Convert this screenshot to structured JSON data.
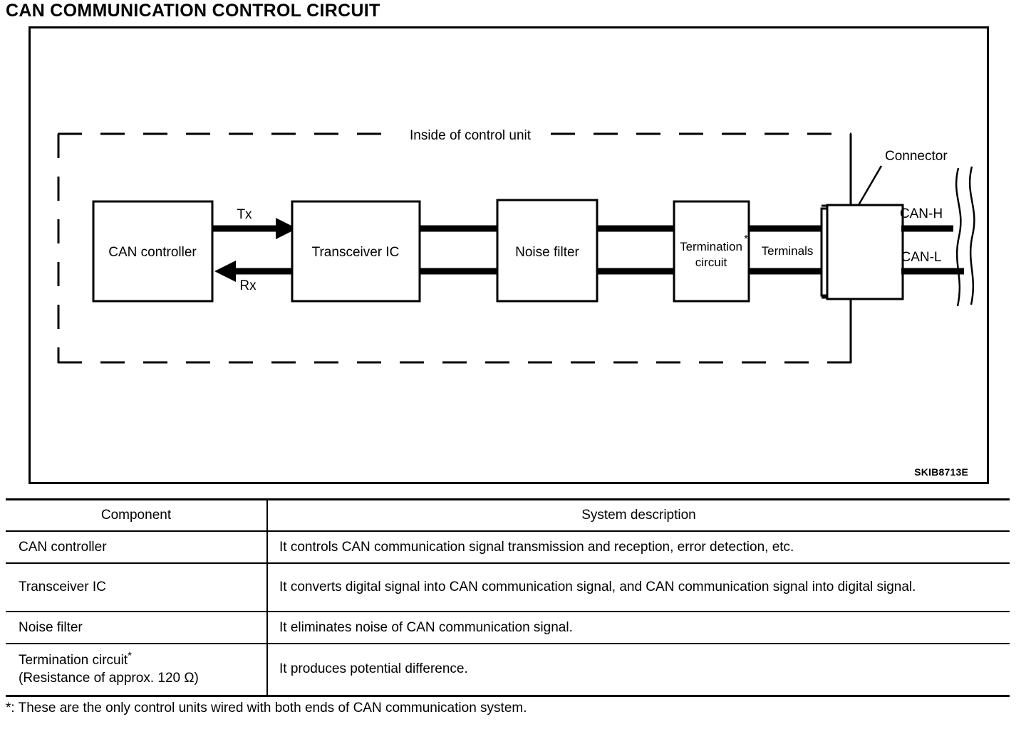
{
  "page": {
    "title": "CAN COMMUNICATION CONTROL CIRCUIT",
    "figure_code": "SKIB8713E",
    "footnote": "*: These are the only control units wired with both ends of CAN communication system."
  },
  "diagram": {
    "boundary_label": "Inside of control unit",
    "connector_label": "Connector",
    "terminals_label": "Terminals",
    "blocks": [
      {
        "id": "can-controller",
        "label": "CAN controller"
      },
      {
        "id": "transceiver-ic",
        "label": "Transceiver IC"
      },
      {
        "id": "noise-filter",
        "label": "Noise filter"
      },
      {
        "id": "termination-circuit",
        "label_line1": "Termination",
        "label_line2": "circuit",
        "star": "*"
      }
    ],
    "signals": [
      {
        "id": "tx",
        "label": "Tx"
      },
      {
        "id": "rx",
        "label": "Rx"
      }
    ],
    "bus_lines": [
      {
        "id": "can-h",
        "label": "CAN-H"
      },
      {
        "id": "can-l",
        "label": "CAN-L"
      }
    ]
  },
  "table": {
    "headers": {
      "component": "Component",
      "description": "System description"
    },
    "rows": [
      {
        "component": "CAN controller",
        "component_suffix": "",
        "component_line2": "",
        "description": "It controls CAN communication signal transmission and reception, error detection, etc."
      },
      {
        "component": "Transceiver IC",
        "component_suffix": "",
        "component_line2": "",
        "description": "It converts digital signal into CAN communication signal, and CAN communication signal into digital signal."
      },
      {
        "component": "Noise filter",
        "component_suffix": "",
        "component_line2": "",
        "description": "It eliminates noise of CAN communication signal."
      },
      {
        "component": "Termination circuit",
        "component_suffix": "*",
        "component_line2": "(Resistance of approx. 120 Ω)",
        "description": "It produces potential difference."
      }
    ]
  },
  "colors": {
    "ink": "#000000",
    "paper": "#ffffff"
  }
}
